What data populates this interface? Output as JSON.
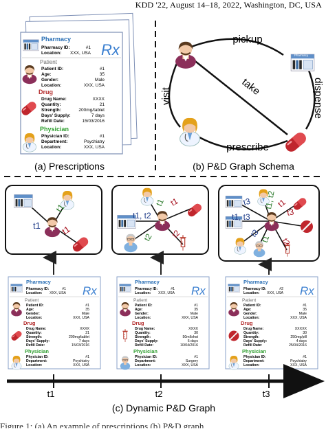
{
  "header": {
    "venue": "KDD '22, August 14–18, 2022, Washington, DC, USA"
  },
  "footer_fragment": "Figure 1: (a) An example of prescriptions (b) P&D graph",
  "captions": {
    "a": "(a) Prescriptions",
    "b": "(b) P&D Graph Schema",
    "c": "(c) Dynamic P&D Graph"
  },
  "prescription_card": {
    "pharmacy_title": "Pharmacy",
    "pharmacy_id_label": "Pharmacy ID:",
    "location_label": "Location:",
    "rx_symbol": "Rx",
    "patient_title": "Patient",
    "patient_id_label": "Patient ID:",
    "age_label": "Age:",
    "gender_label": "Gender:",
    "drug_title": "Drug",
    "drug_name_label": "Drug Name:",
    "quantity_label": "Quantity:",
    "strength_label": "Strength:",
    "days_supply_label": "Days' Supply:",
    "refill_date_label": "Refill Date:",
    "physician_title": "Physician",
    "physician_id_label": "Physician ID:",
    "department_label": "Department:"
  },
  "cards": {
    "a": {
      "pharmacy_id": "#1",
      "location": "XXX, USA",
      "patient_id": "#1",
      "age": "35",
      "gender": "Male",
      "patient_location": "XXX, USA",
      "drug_name": "XXXX",
      "quantity": "21",
      "strength": "200mg/tablet",
      "days_supply": "7 days",
      "refill_date": "15/03/2016",
      "physician_id": "#1",
      "department": "Psychiatry",
      "physician_location": "XXX, USA"
    },
    "t1": {
      "pharmacy_id": "#1",
      "location": "XXX, USA",
      "patient_id": "#1",
      "age": "35",
      "gender": "Male",
      "patient_location": "XXX, USA",
      "drug_name": "XXXX",
      "quantity": "21",
      "strength": "200mg/tablet",
      "days_supply": "7 days",
      "refill_date": "15/03/2016",
      "physician_id": "#1",
      "department": "Psychiatry",
      "physician_location": "XXX, USA"
    },
    "t2": {
      "pharmacy_id": "#1",
      "location": "XXX, USA",
      "patient_id": "#1",
      "age": "35",
      "gender": "Male",
      "patient_location": "XXX, USA",
      "drug_name": "XXXX",
      "quantity": "30",
      "strength": "50ml/shot",
      "days_supply": "6 days",
      "refill_date": "10/04/2016",
      "physician_id": "#1",
      "department": "Surgery",
      "physician_location": "XXX, USA"
    },
    "t3": {
      "pharmacy_id": "#2",
      "location": "XXX, USA",
      "patient_id": "#1",
      "age": "35",
      "gender": "Male",
      "patient_location": "XXX, USA",
      "drug_name": "XXXXX",
      "quantity": "30",
      "strength": "250mg/pill",
      "days_supply": "4 days",
      "refill_date": "25/04/2016",
      "physician_id": "#1",
      "department": "Psychiatry",
      "physician_location": "XXX, USA"
    }
  },
  "schema": {
    "edge_pickup": "pickup",
    "edge_visit": "visit",
    "edge_take": "take",
    "edge_dispense": "dispense",
    "edge_prescribe": "prescribe",
    "pharmacy_icon_text": "Pharmacy"
  },
  "dynamic": {
    "g1": {
      "e1": "t1",
      "e2": "t1",
      "e3": "t1"
    },
    "g2": {
      "e1": "t1, t2",
      "e2": "t2",
      "e3": "t1",
      "e4": "t1",
      "e5": "t2",
      "e6": "t2"
    },
    "g3": {
      "e1": "t1, t3",
      "e2": "t3",
      "e3": "t1, t2",
      "e4": "t3",
      "e5": "t3",
      "e6": "t1",
      "e7": "t1",
      "e8": "t2"
    },
    "timeline": {
      "t1": "t1",
      "t2": "t2",
      "t3": "t3"
    }
  },
  "colors": {
    "pharmacy_blue": "#2a6fb5",
    "drug_red": "#c0392b",
    "physician_green": "#2e9e2e",
    "patient_gray": "#6b6b6b",
    "dark_red": "#a50f1c",
    "navy": "#1f3c88",
    "green_edge": "#2b7a2b",
    "card_border": "#8aa2c8"
  }
}
